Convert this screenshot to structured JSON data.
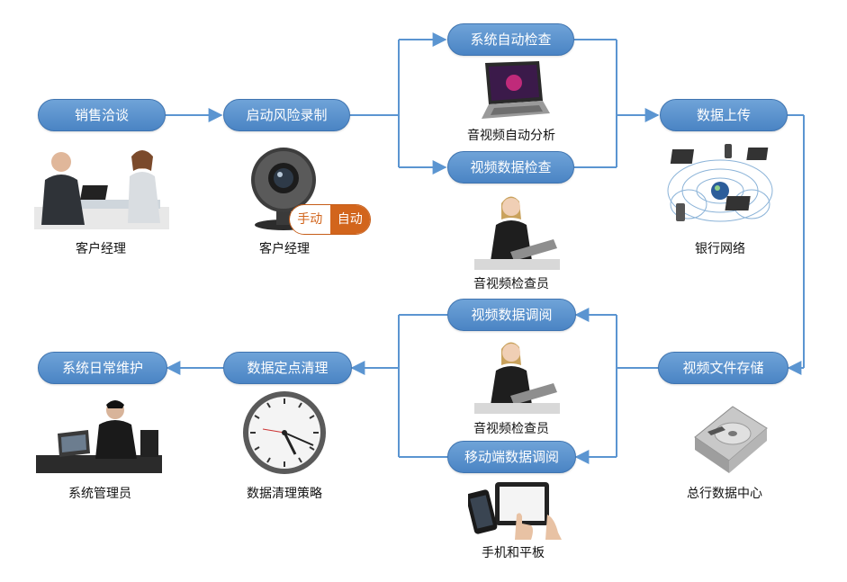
{
  "colors": {
    "pill": "#4a84c4",
    "line": "#5b95d1",
    "toggle_accent": "#d2651c"
  },
  "nodes": {
    "sales_talk": "销售洽谈",
    "start_recording": "启动风险录制",
    "auto_check": "系统自动检查",
    "video_check": "视频数据检查",
    "data_upload": "数据上传",
    "video_storage": "视频文件存储",
    "video_review": "视频数据调阅",
    "mobile_review": "移动端数据调阅",
    "data_cleanup": "数据定点清理",
    "daily_maintenance": "系统日常维护"
  },
  "captions": {
    "manager1": "客户经理",
    "manager2": "客户经理",
    "av_analysis": "音视频自动分析",
    "inspector1": "音视频检查员",
    "bank_network": "银行网络",
    "inspector2": "音视频检查员",
    "data_center": "总行数据中心",
    "cleanup_policy": "数据清理策略",
    "sysadmin": "系统管理员",
    "mobile_devices": "手机和平板"
  },
  "toggle": {
    "manual": "手动",
    "auto": "自动"
  },
  "icons": [
    "meeting-icon",
    "webcam-icon",
    "laptop-icon",
    "inspector-icon",
    "network-icon",
    "hard-drive-icon",
    "clock-icon",
    "admin-icon",
    "tablet-phone-icon"
  ]
}
